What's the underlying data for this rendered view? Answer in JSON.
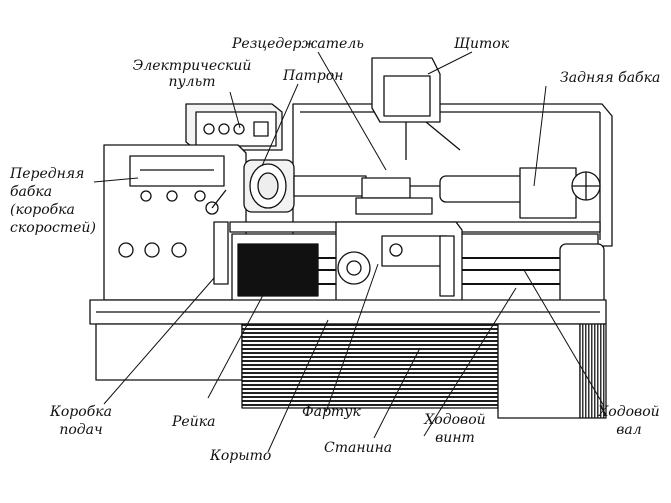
{
  "labels": {
    "rezcederzhatel": "Резцедержатель",
    "shchitok": "Щиток",
    "elektricheskiy_pult_1": "Электрический",
    "elektricheskiy_pult_2": "пульт",
    "patron": "Патрон",
    "zadnyaya_babka": "Задняя бабка",
    "perednyaya_babka_1": "Передняя",
    "perednyaya_babka_2": "бабка",
    "perednyaya_babka_3": "(коробка",
    "perednyaya_babka_4": "скоростей)",
    "korobka_podach_1": "Коробка",
    "korobka_podach_2": "подач",
    "reyka": "Рейка",
    "fartuk": "Фартук",
    "koryto": "Корыто",
    "stanina": "Станина",
    "khodovoy_vint_1": "Ходовой",
    "khodovoy_vint_2": "винт",
    "khodovoy_val_1": "Ходовой",
    "khodovoy_val_2": "вал"
  }
}
